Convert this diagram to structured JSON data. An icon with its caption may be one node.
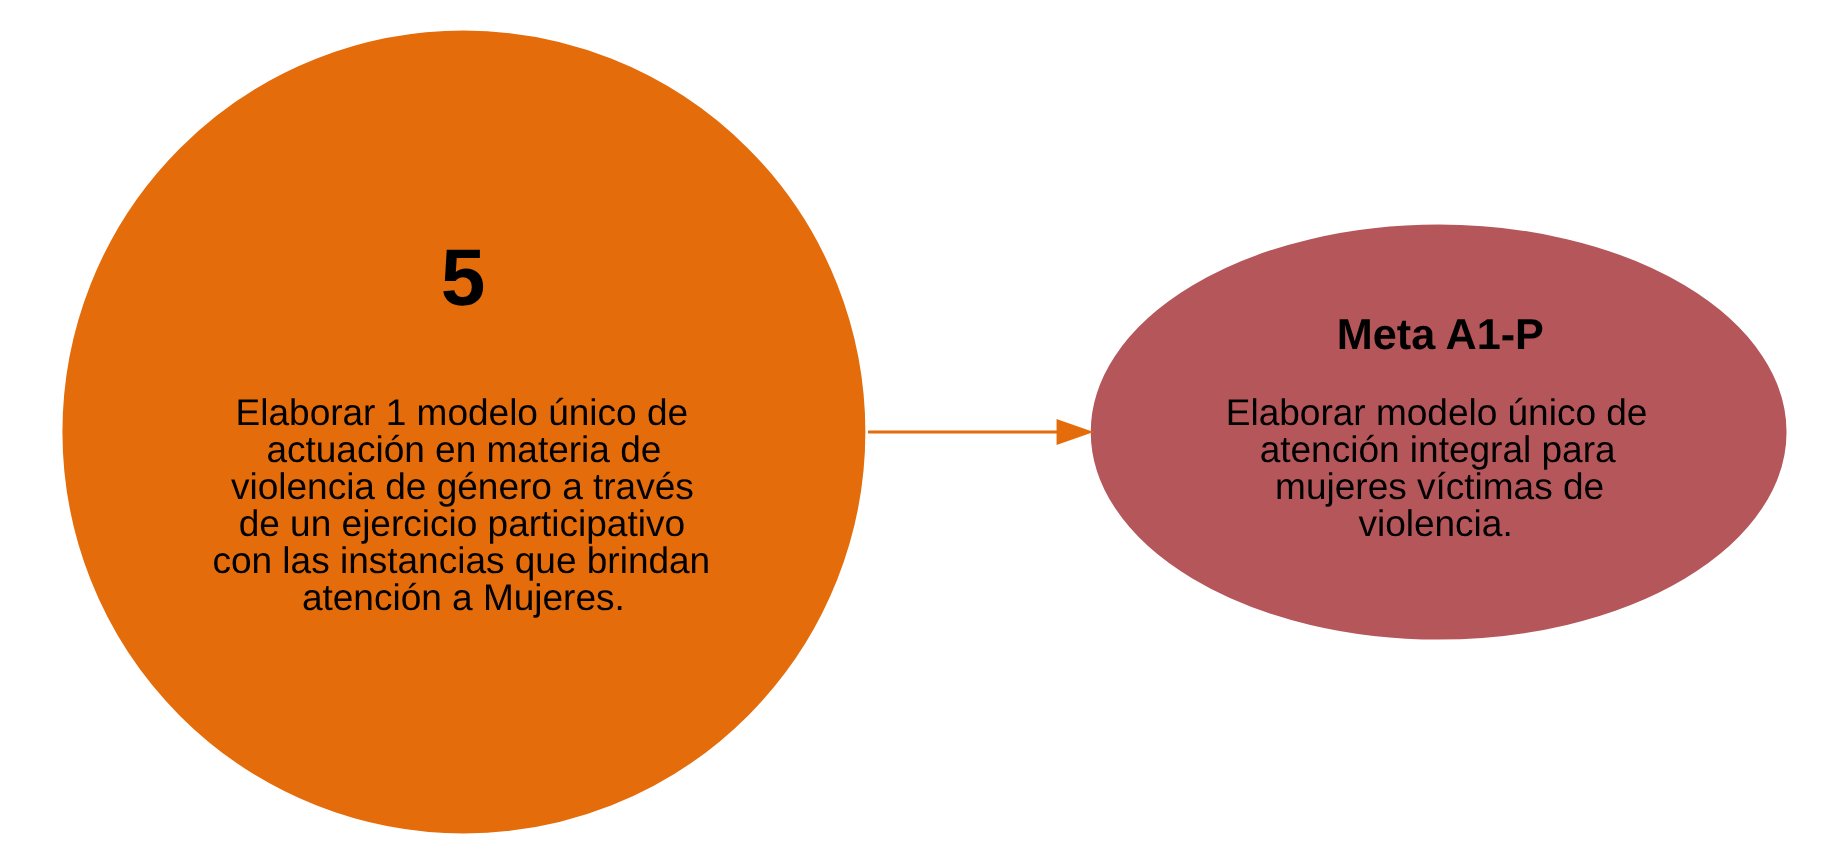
{
  "diagram": {
    "nodes": [
      {
        "text": [
          "5",
          "Elaborar 1 modelo único de actuación en materia de violencia de género a través de un ejercicio participativo con las instancias que brindan atención a Mujeres."
        ]
      },
      {
        "text": [
          "Meta A1-P",
          "Elaborar modelo único de atención integral para mujeres víctimas de violencia."
        ]
      }
    ],
    "edges": [
      {
        "from": 0,
        "to": 1,
        "arrow": "to"
      }
    ]
  }
}
